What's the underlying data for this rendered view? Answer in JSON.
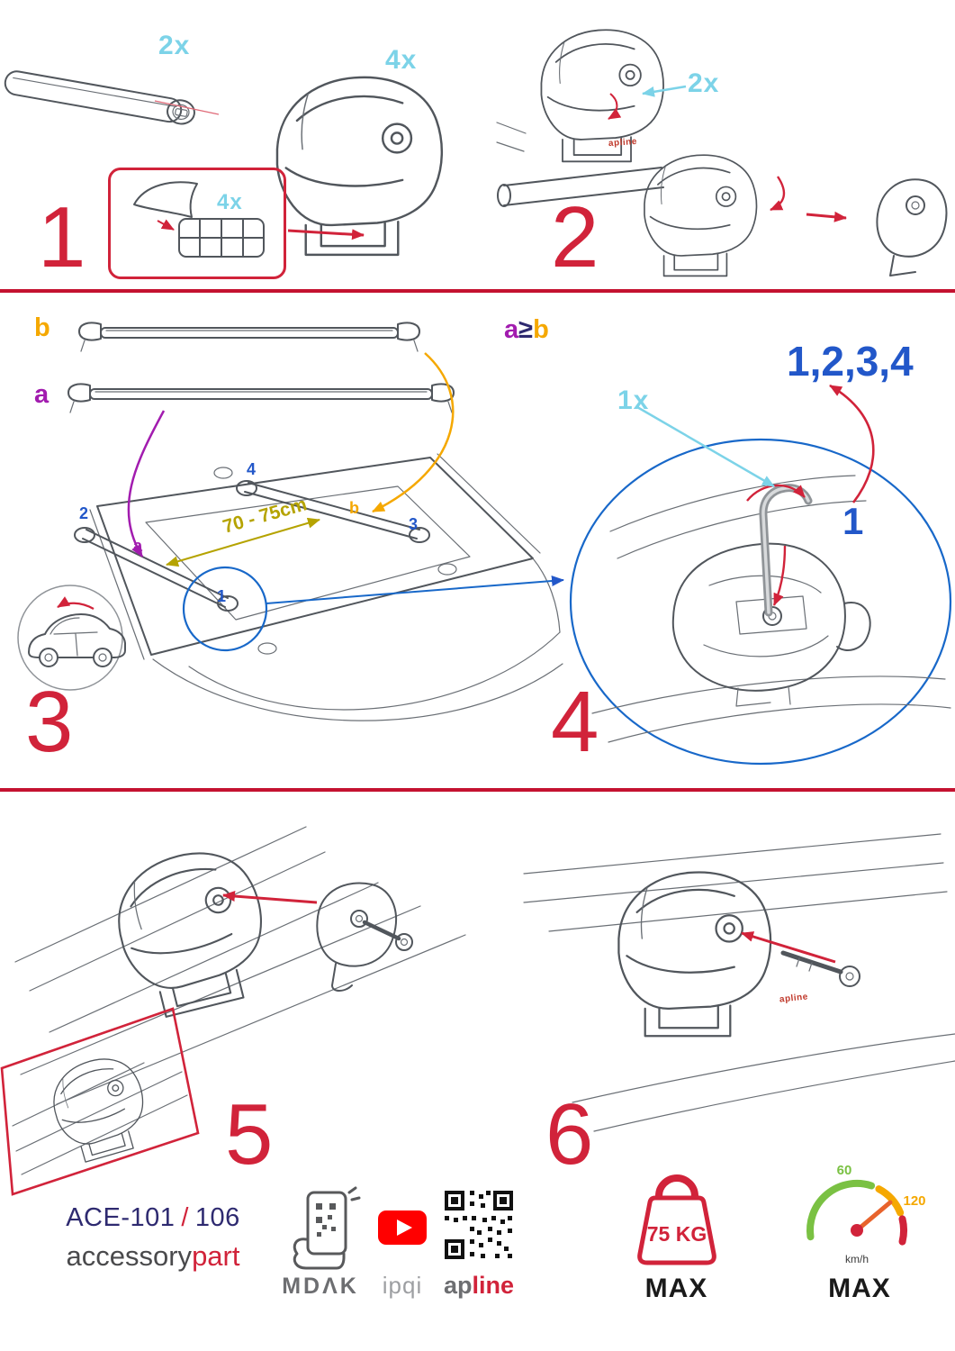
{
  "colors": {
    "red": "#d1233a",
    "divider_red": "#c41230",
    "cyan": "#7cd3e8",
    "blue": "#2257c9",
    "purple": "#a21caf",
    "orange": "#f5a800",
    "olive": "#b5a300",
    "navy": "#2e2a70",
    "gray": "#6d6e71",
    "youtube_red": "#ff0000",
    "green": "#7ac143"
  },
  "steps": {
    "s1": {
      "number": "1",
      "bar_qty": "2x",
      "foot_qty": "4x",
      "pad_qty": "4x"
    },
    "s2": {
      "number": "2",
      "lock_qty": "2x",
      "product_label": "apline"
    },
    "s3": {
      "number": "3",
      "bar_b_label": "b",
      "bar_a_label": "a",
      "distance": "70 - 75cm",
      "roof": {
        "pos1": "1",
        "pos2": "2",
        "pos3": "3",
        "pos4": "4",
        "bar_a": "a",
        "bar_b": "b"
      }
    },
    "s4": {
      "number": "4",
      "relation_a": "a",
      "relation_op": "≥",
      "relation_b": "b",
      "tighten_order": "1,2,3,4",
      "tool_qty": "1x",
      "first_pos": "1"
    },
    "s5": {
      "number": "5"
    },
    "s6": {
      "number": "6",
      "product_label": "apline"
    }
  },
  "footer": {
    "model_left": "ACE-101",
    "model_sep": "/",
    "model_right": "106",
    "brand_gray": "accessory",
    "brand_red": "part",
    "logo_mdak": "MDΛK",
    "logo_ipqi": "ipqi",
    "logo_apline_gray": "ap",
    "logo_apline_red": "line",
    "weight_limit": "75 KG",
    "weight_max": "MAX",
    "speed_low": "60",
    "speed_high": "120",
    "speed_unit": "km/h",
    "speed_max": "MAX"
  }
}
